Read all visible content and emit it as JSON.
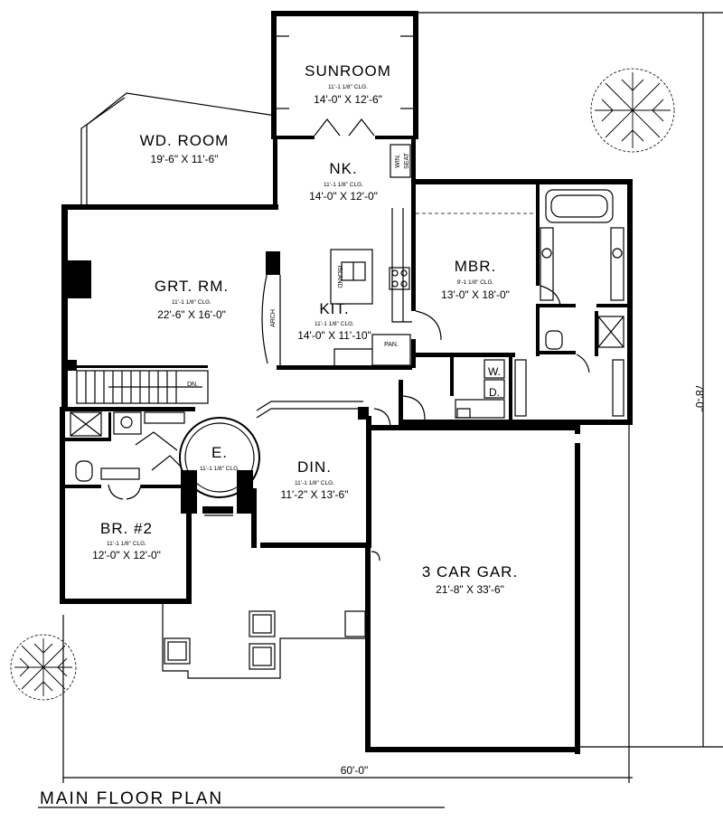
{
  "plan_title": "MAIN FLOOR PLAN",
  "overall_width": "60'-0\"",
  "overall_depth": "78'-0\"",
  "rooms": {
    "sunroom": {
      "name": "SUNROOM",
      "ceiling": "11'-1 1/8\" CLG.",
      "size": "14'-0\" X 12'-6\""
    },
    "wd_room": {
      "name": "WD. ROOM",
      "size": "19'-6\" X 11'-6\""
    },
    "nook": {
      "name": "NK.",
      "ceiling": "11'-1 1/8\" CLG.",
      "size": "14'-0\" X 12'-0\""
    },
    "great_room": {
      "name": "GRT. RM.",
      "ceiling": "11'-1 1/8\" CLG.",
      "size": "22'-6\" X 16'-0\""
    },
    "kitchen": {
      "name": "KIT.",
      "ceiling": "11'-1 1/8\" CLG.",
      "size": "14'-0\" X 11'-10\""
    },
    "master_bedroom": {
      "name": "MBR.",
      "ceiling": "9'-1 1/8\" CLG.",
      "size": "13'-0\" X 18'-0\""
    },
    "entry": {
      "name": "E.",
      "ceiling": "11'-1 1/8\" CLG."
    },
    "dining": {
      "name": "DIN.",
      "ceiling": "11'-1 1/8\" CLG.",
      "size": "11'-2\" X 13'-6\""
    },
    "bedroom_2": {
      "name": "BR. #2",
      "ceiling": "11'-1 1/8\" CLG.",
      "size": "12'-0\" X 12'-0\""
    },
    "garage": {
      "name": "3 CAR GAR.",
      "size": "21'-8\" X 33'-6\""
    }
  },
  "labels": {
    "window_seat_1": "WIN.",
    "window_seat_2": "SEAT",
    "island": "ISLAND",
    "arch": "ARCH",
    "pantry": "PAN.",
    "stair_down": "DN.",
    "dryer": "D.",
    "washer": "W."
  }
}
